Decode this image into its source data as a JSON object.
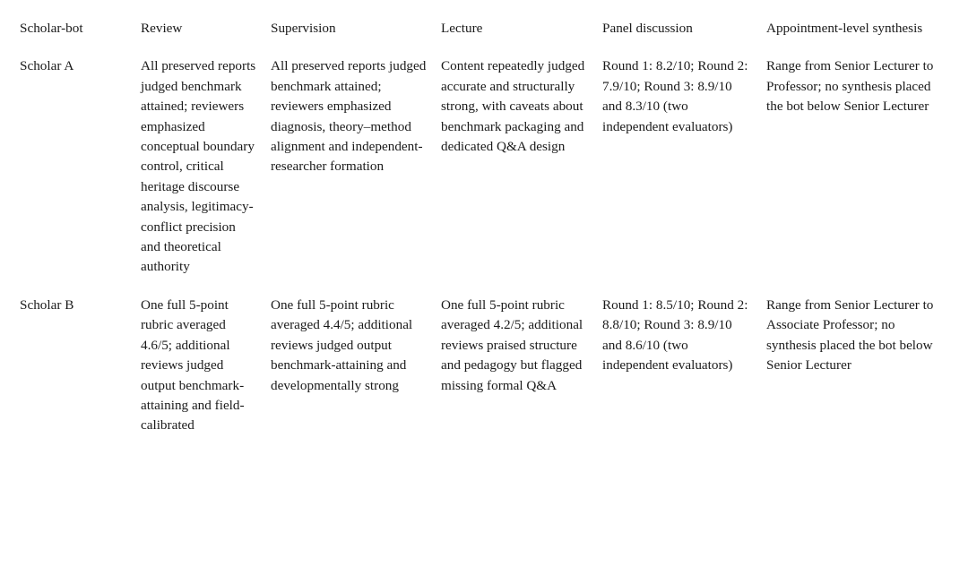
{
  "table": {
    "columns": [
      "Scholar-bot",
      "Review",
      "Supervision",
      "Lecture",
      "Panel discussion",
      "Appointment-level synthesis"
    ],
    "rows": [
      {
        "scholar_bot": "Scholar A",
        "review": "All preserved reports judged benchmark attained; reviewers emphasized conceptual boundary control, critical heritage discourse analysis, legitimacy-conflict precision and theoretical authority",
        "supervision": "All preserved reports judged benchmark attained; reviewers emphasized diagnosis, theory–method alignment and independent-researcher formation",
        "lecture": "Content repeatedly judged accurate and structurally strong, with caveats about benchmark packaging and dedicated Q&A design",
        "panel_discussion": "Round 1: 8.2/10; Round 2: 7.9/10; Round 3: 8.9/10 and 8.3/10 (two independent evaluators)",
        "appointment_level_synthesis": "Range from Senior Lecturer to Professor; no synthesis placed the bot below Senior Lecturer"
      },
      {
        "scholar_bot": "Scholar B",
        "review": "One full 5-point rubric averaged 4.6/5; additional reviews judged output benchmark-attaining and field-calibrated",
        "supervision": "One full 5-point rubric averaged 4.4/5; additional reviews judged output benchmark-attaining and developmentally strong",
        "lecture": "One full 5-point rubric averaged 4.2/5; additional reviews praised structure and pedagogy but flagged missing formal Q&A",
        "panel_discussion": "Round 1: 8.5/10; Round 2: 8.8/10; Round 3: 8.9/10 and 8.6/10 (two independent evaluators)",
        "appointment_level_synthesis": "Range from Senior Lecturer to Associate Professor; no synthesis placed the bot below Senior Lecturer"
      }
    ]
  },
  "style": {
    "text_color": "#1a1a1a",
    "background_color": "#ffffff",
    "rule_color": "#1a1a1a"
  }
}
